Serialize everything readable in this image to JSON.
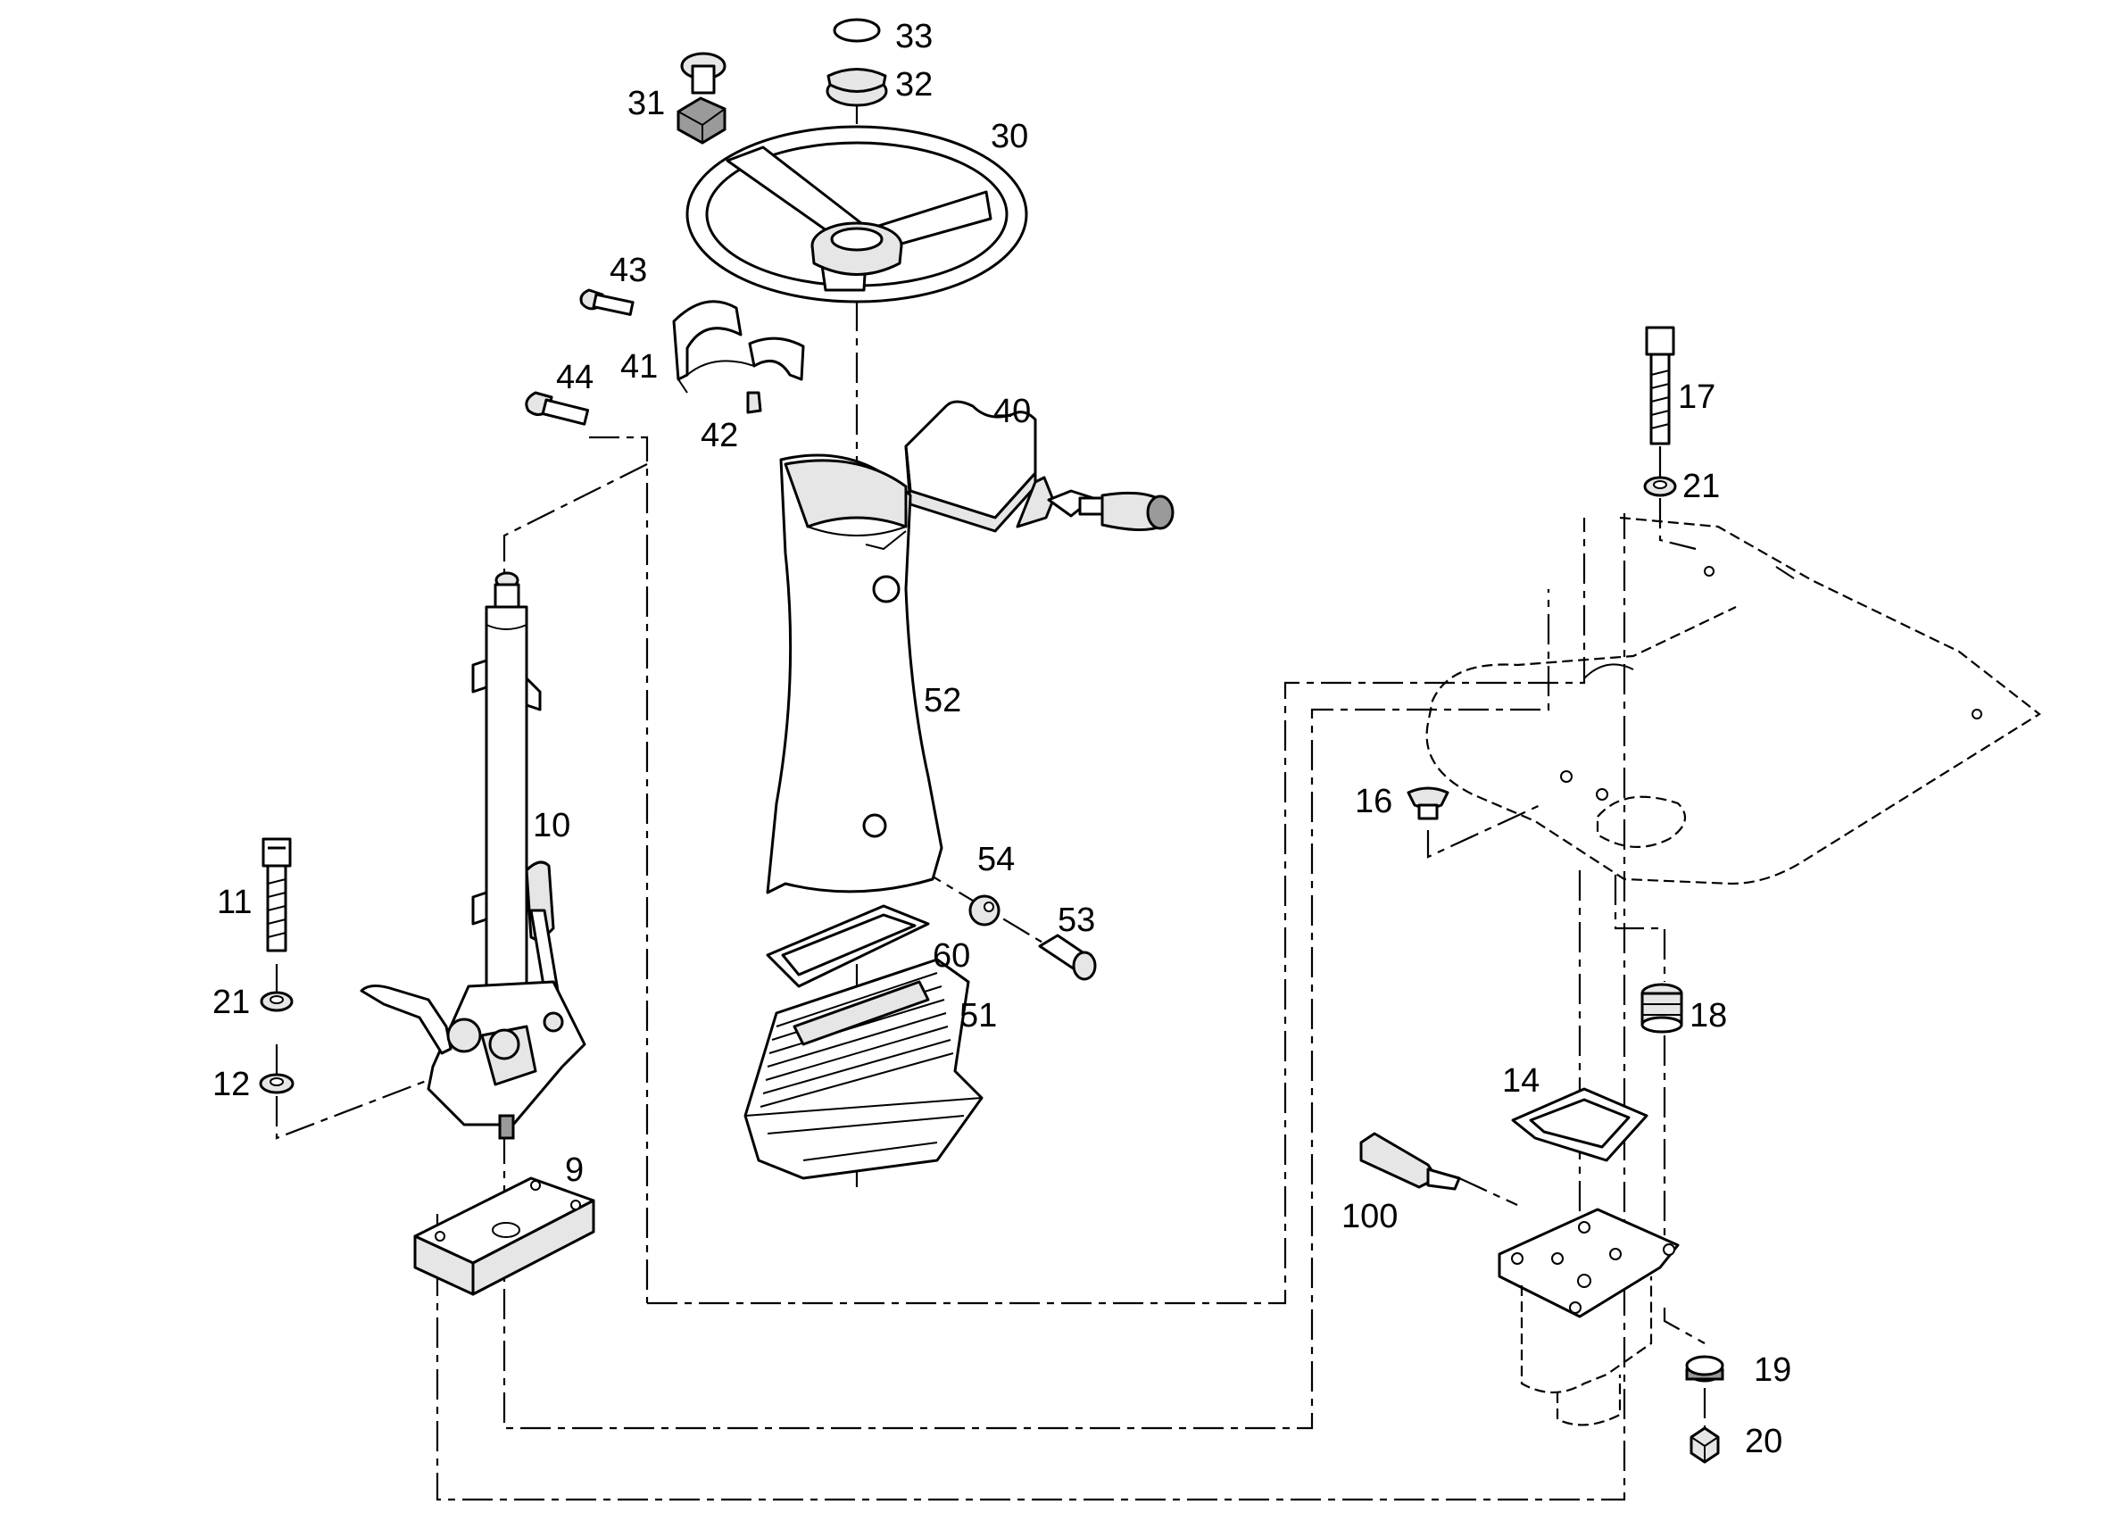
{
  "diagram": {
    "type": "exploded-parts-view",
    "callouts": [
      {
        "id": "p33",
        "label": "33"
      },
      {
        "id": "p32",
        "label": "32"
      },
      {
        "id": "p31",
        "label": "31"
      },
      {
        "id": "p30",
        "label": "30"
      },
      {
        "id": "p43",
        "label": "43"
      },
      {
        "id": "p41",
        "label": "41"
      },
      {
        "id": "p44",
        "label": "44"
      },
      {
        "id": "p42",
        "label": "42"
      },
      {
        "id": "p40",
        "label": "40"
      },
      {
        "id": "p17",
        "label": "17"
      },
      {
        "id": "p21a",
        "label": "21"
      },
      {
        "id": "p52",
        "label": "52"
      },
      {
        "id": "p10",
        "label": "10"
      },
      {
        "id": "p16",
        "label": "16"
      },
      {
        "id": "p54",
        "label": "54"
      },
      {
        "id": "p11",
        "label": "11"
      },
      {
        "id": "p53",
        "label": "53"
      },
      {
        "id": "p60",
        "label": "60"
      },
      {
        "id": "p21b",
        "label": "21"
      },
      {
        "id": "p51",
        "label": "51"
      },
      {
        "id": "p18",
        "label": "18"
      },
      {
        "id": "p12",
        "label": "12"
      },
      {
        "id": "p14",
        "label": "14"
      },
      {
        "id": "p9",
        "label": "9"
      },
      {
        "id": "p100",
        "label": "100"
      },
      {
        "id": "p19",
        "label": "19"
      },
      {
        "id": "p20",
        "label": "20"
      }
    ]
  }
}
